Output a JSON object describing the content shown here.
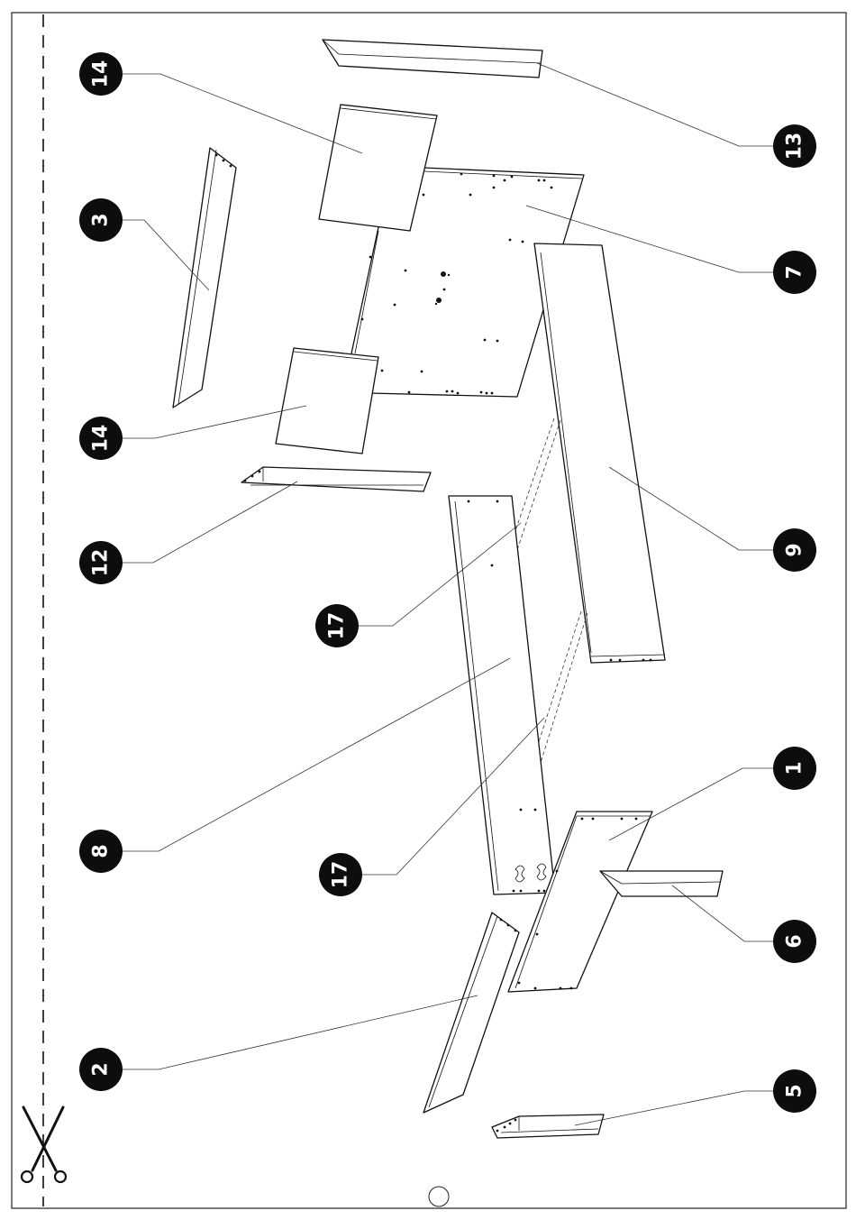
{
  "callouts": [
    {
      "id": "part-14-top",
      "label": "14"
    },
    {
      "id": "part-13",
      "label": "13"
    },
    {
      "id": "part-3",
      "label": "3"
    },
    {
      "id": "part-7",
      "label": "7"
    },
    {
      "id": "part-14-bottom",
      "label": "14"
    },
    {
      "id": "part-12",
      "label": "12"
    },
    {
      "id": "part-9",
      "label": "9"
    },
    {
      "id": "part-17-top",
      "label": "17"
    },
    {
      "id": "part-8",
      "label": "8"
    },
    {
      "id": "part-1",
      "label": "1"
    },
    {
      "id": "part-17-bottom",
      "label": "17"
    },
    {
      "id": "part-6",
      "label": "6"
    },
    {
      "id": "part-2",
      "label": "2"
    },
    {
      "id": "part-5",
      "label": "5"
    }
  ],
  "icons": {
    "cut_line": "scissors-icon",
    "page_marker": "empty-circle-icon"
  }
}
